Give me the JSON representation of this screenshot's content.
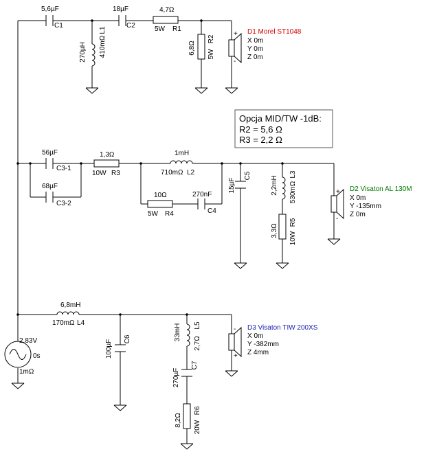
{
  "components": {
    "C1": {
      "value": "5,6µF",
      "ref": "C1"
    },
    "C2": {
      "value": "18µF",
      "ref": "C2"
    },
    "R1": {
      "value": "4,7Ω",
      "power": "5W",
      "ref": "R1"
    },
    "L1": {
      "value": "270µH",
      "res": "410mΩ",
      "ref": "L1"
    },
    "R2": {
      "value": "6,8Ω",
      "power": "5W",
      "ref": "R2"
    },
    "C3_1": {
      "value": "56µF",
      "ref": "C3-1"
    },
    "C3_2": {
      "value": "68µF",
      "ref": "C3-2"
    },
    "R3": {
      "value": "1,3Ω",
      "power": "10W",
      "ref": "R3"
    },
    "L2": {
      "value": "1mH",
      "res": "710mΩ",
      "ref": "L2"
    },
    "R4": {
      "value": "10Ω",
      "power": "5W",
      "ref": "R4"
    },
    "C4": {
      "value": "270nF",
      "ref": "C4"
    },
    "C5": {
      "value": "15µF",
      "ref": "C5"
    },
    "L3": {
      "value": "2,2mH",
      "res": "530mΩ",
      "ref": "L3"
    },
    "R5": {
      "value": "3,3Ω",
      "power": "10W",
      "ref": "R5"
    },
    "L4": {
      "value": "6,8mH",
      "res": "170mΩ",
      "ref": "L4"
    },
    "C6": {
      "value": "100µF",
      "ref": "C6"
    },
    "L5": {
      "value": "33mH",
      "res": "2,7Ω",
      "ref": "L5"
    },
    "C7": {
      "value": "270µF",
      "ref": "C7"
    },
    "R6": {
      "value": "8,2Ω",
      "power": "20W",
      "ref": "R6"
    }
  },
  "source": {
    "voltage": "2,83V",
    "delay": "0s",
    "resistance": "1mΩ"
  },
  "speakers": {
    "d1": {
      "name": "D1 Morel ST1048",
      "x": "X 0m",
      "y": "Y 0m",
      "z": "Z 0m",
      "color": "#d40000"
    },
    "d2": {
      "name": "D2 Visaton AL 130M",
      "x": "X 0m",
      "y": "Y -135mm",
      "z": "Z 0m",
      "color": "#007a00"
    },
    "d3": {
      "name": "D3 Visaton TIW 200XS",
      "x": "X 0m",
      "y": "Y -382mm",
      "z": "Z 4mm",
      "color": "#1a1ab0"
    }
  },
  "polarity": {
    "plus": "+",
    "minus": "-"
  },
  "note": {
    "title": "Opcja MID/TW -1dB:",
    "line1": "R2 = 5,6 Ω",
    "line2": "R3 = 2,2 Ω"
  }
}
